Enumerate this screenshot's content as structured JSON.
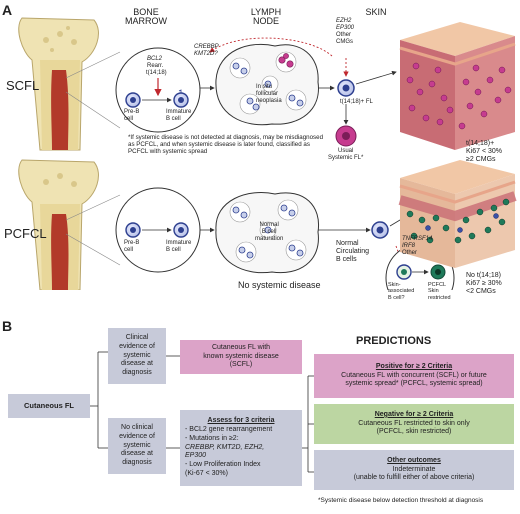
{
  "panel_a": {
    "label": "A",
    "headers": {
      "bone_marrow": "BONE\nMARROW",
      "lymph_node": "LYMPH\nNODE",
      "skin": "SKIN"
    },
    "rows": {
      "scfl": "SCFL",
      "pcfcl": "PCFCL"
    },
    "scfl": {
      "bcl2": "BCL2",
      "rearr": "Rearr.",
      "t1418": "t(14;18)",
      "prebcell": "Pre-B\ncell",
      "immature": "Immature\nB cell",
      "crebbp": "CREBBP",
      "kmt2d": "KMT2D?",
      "ezh2": "EZH2",
      "ep300": "EP300",
      "other": "Other",
      "cmgs": "CMGs",
      "insitu": "In situ\nfollicular\nneoplasia",
      "fl": "t(14;18)+ FL",
      "usual": "Usual\nSystemic FL*",
      "skin_result": "t(14;18)+\nKi67 < 30%\n≥2 CMGs",
      "footnote": "*If systemic disease is not detected at diagnosis, may be misdiagnosed as PCFCL, and when systemic disease is later found, classified as PCFCL with systemic spread"
    },
    "pcfcl": {
      "prebcell": "Pre-B\ncell",
      "immature": "Immature\nB cell",
      "normal_maturation": "Normal\nB cell\nmaturation",
      "circulating": "Normal\nCirculating\nB cells",
      "no_systemic": "No systemic disease",
      "tnfrsf14": "TNFRSF14",
      "irf8": "IRF8",
      "other": "Other",
      "skin_assoc": "Skin-\nassociated\nB cell?",
      "restricted": "PCFCL\nSkin\nrestricted",
      "skin_result": "No t(14;18)\nKi67 ≥ 30%\n<2 CMGs"
    }
  },
  "panel_b": {
    "label": "B",
    "root": "Cutaneous FL",
    "clinical": "Clinical\nevidence of\nsystemic\ndisease at\ndiagnosis",
    "no_clinical": "No clinical\nevidence of\nsystemic\ndisease at\ndiagnosis",
    "known": "Cutaneous FL with\nknown systemic disease\n(SCFL)",
    "assess_title": "Assess for 3 criteria",
    "assess_1": "- BCL2 gene rearrangement",
    "assess_2": "- Mutations in ≥2:",
    "assess_3": "CREBBP, KMT2D, EZH2,\nEP300",
    "assess_4": "- Low Proliferation Index\n(Ki-67 < 30%)",
    "predictions": "PREDICTIONS",
    "pos_title": "Positive for ≥ 2 Criteria",
    "pos_text": "Cutaneous FL with concurrent (SCFL) or future\nsystemic spread* (PCFCL, systemic spread)",
    "neg_title": "Negative for ≥ 2 Criteria",
    "neg_text": "Cutaneous FL restricted to skin only\n(PCFCL, skin restricted)",
    "other_title": "Other outcomes",
    "other_text": "Indeterminate\n(unable to fulfill either of above criteria)",
    "footnote": "*Systemic disease below detection threshold at diagnosis"
  },
  "colors": {
    "grey_box": "#c7cad9",
    "pink_box": "#dca3c8",
    "green_box": "#bcd6a2",
    "arrow_red": "#c0282e",
    "cell_blue": "#2d3f8f"
  }
}
